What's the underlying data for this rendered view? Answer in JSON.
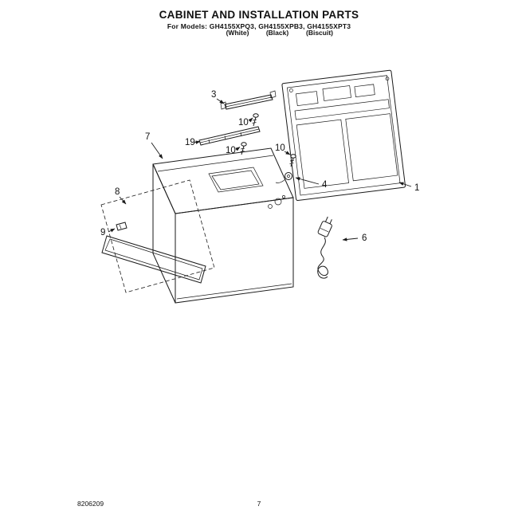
{
  "header": {
    "title": "CABINET AND INSTALLATION PARTS",
    "models_line": "For Models: GH4155XPQ3, GH4155XPB3, GH4155XPT3",
    "colors": [
      "(White)",
      "(Black)",
      "(Biscuit)"
    ]
  },
  "callouts": {
    "c1": "1",
    "c3": "3",
    "c4": "4",
    "c6": "6",
    "c7": "7",
    "c8": "8",
    "c9": "9",
    "c10_top": "10",
    "c10_mid": "10",
    "c10_right": "10",
    "c19": "19"
  },
  "footer": {
    "doc_number": "8206209",
    "page_number": "7"
  }
}
